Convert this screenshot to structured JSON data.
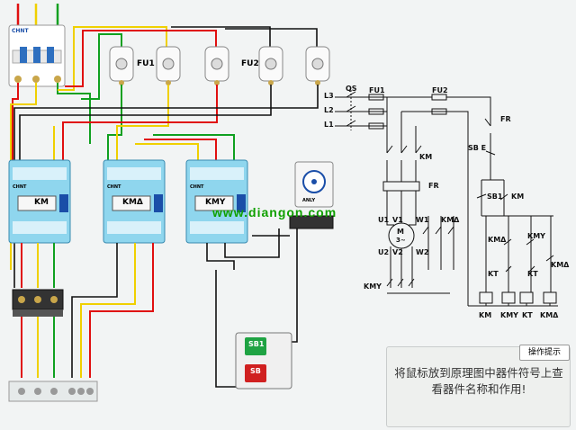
{
  "watermark": "www.diangon.com",
  "hint": {
    "title": "操作提示",
    "text": "将鼠标放到原理图中器件符号上查看器件名称和作用!"
  },
  "wiring_panel": {
    "breaker_brand": "CHNT",
    "fuse_group_labels": [
      "FU1",
      "FU2"
    ],
    "contactor_labels": [
      "KM",
      "KMΔ",
      "KMY"
    ],
    "contactor_brand": "CHNT",
    "timer_brand": "ANLY",
    "button_labels": [
      "SB1",
      "SB"
    ]
  },
  "schematic": {
    "line_labels": [
      "L3",
      "L2",
      "L1"
    ],
    "qs": "QS",
    "fu1": "FU1",
    "fu2": "FU2",
    "fr": "FR",
    "km": "KM",
    "motor": [
      "M",
      "3~"
    ],
    "terminals": [
      "U1",
      "V1",
      "W1",
      "U2",
      "V2",
      "W2"
    ],
    "km_delta": "KMΔ",
    "kmy": "KMY",
    "sb_e": "SB E",
    "sb1": "SB1",
    "kt": "KT",
    "coil_labels": [
      "KM",
      "KMY",
      "KT",
      "KMΔ"
    ],
    "fr_ctrl": "FR"
  },
  "colors": {
    "background": "#f2f4f4",
    "wire_red": "#e01010",
    "wire_yellow": "#f0d000",
    "wire_green": "#10a020",
    "wire_black": "#111111",
    "contactor_body": "#8fd6ee",
    "accent_green": "#10a000"
  }
}
